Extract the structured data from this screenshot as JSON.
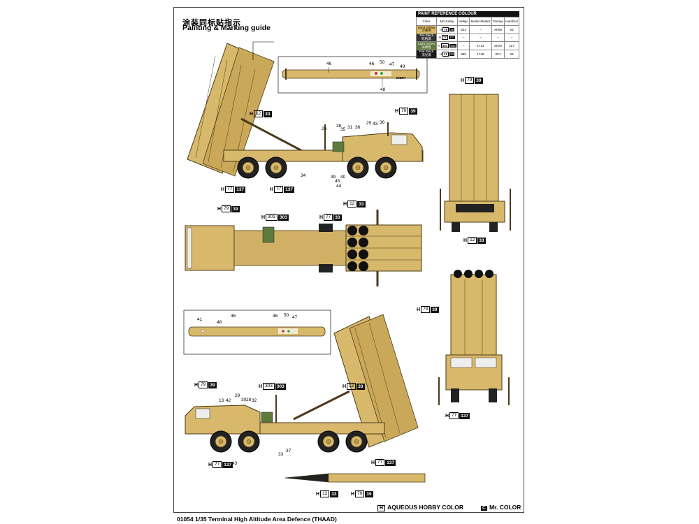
{
  "header": {
    "title_cn": "涂装同标贴指示",
    "title_en": "Painting & Marking guide"
  },
  "footer": {
    "text": "01054 1/35 Terminal High Altitude Area Defence (THAAD)"
  },
  "legend": {
    "aqueous": "AQUEOUS HOBBY COLOR",
    "mr": "Mr. COLOR",
    "aqueous_mark": "H",
    "mr_mark": "C"
  },
  "paint_table": {
    "title": "PAINT REFERENCE COLOUR",
    "columns": [
      "Color",
      "Mr.Hobby",
      "Vallejo",
      "Model Master",
      "Tamiya",
      "Humbrol"
    ],
    "rows": [
      {
        "color": "Sand Yellow",
        "h1": "79",
        "h2": "39",
        "vallejo": "824",
        "model": "–",
        "tamiya": "XF59",
        "humbrol": "93",
        "bg": "#d9b860"
      },
      {
        "color": "Tire Black",
        "h1": "77",
        "h2": "137",
        "vallejo": "–",
        "model": "–",
        "tamiya": "–",
        "humbrol": "–",
        "bg": "#333333"
      },
      {
        "color": "Light Green",
        "h1": "303",
        "h2": "303",
        "vallejo": "–",
        "model": "1713",
        "tamiya": "XF20",
        "humbrol": "117",
        "bg": "#5d7a3d"
      },
      {
        "color": "Flat Black",
        "h1": "12",
        "h2": "33",
        "vallejo": "950",
        "model": "1749",
        "tamiya": "XF1",
        "humbrol": "33",
        "bg": "#1a1a1a"
      }
    ],
    "row_cn": [
      "沙黄色",
      "轮胎黑",
      "淡绿色",
      "消光黑"
    ]
  },
  "colors": {
    "sand": "#d8b86a",
    "sand_dark": "#b89448",
    "line": "#4a3a1a",
    "tire": "#222222",
    "green": "#5f7b3c"
  },
  "tags": {
    "t_side_top_launcher": {
      "h": "H",
      "a": "12",
      "b": "33"
    },
    "t_side_top_cab": {
      "h": "H",
      "a": "79",
      "b": "39"
    },
    "t_side_top_tire1": {
      "h": "H",
      "a": "77",
      "b": "137"
    },
    "t_side_top_tire2": {
      "h": "H",
      "a": "77",
      "b": "137"
    },
    "t_top_body": {
      "h": "H",
      "a": "79",
      "b": "39"
    },
    "t_top_green": {
      "h": "H",
      "a": "303",
      "b": "303"
    },
    "t_top_tubes": {
      "h": "H",
      "a": "12",
      "b": "33"
    },
    "t_top_tires": {
      "h": "H",
      "a": "77",
      "b": "33"
    },
    "t_rear_top": {
      "h": "H",
      "a": "79",
      "b": "39"
    },
    "t_rear_bottom": {
      "h": "H",
      "a": "12",
      "b": "33"
    },
    "t_front_body": {
      "h": "H",
      "a": "79",
      "b": "39"
    },
    "t_front_tire": {
      "h": "H",
      "a": "77",
      "b": "137"
    },
    "t_side_bot_cab": {
      "h": "H",
      "a": "79",
      "b": "39"
    },
    "t_side_bot_green": {
      "h": "H",
      "a": "303",
      "b": "303"
    },
    "t_side_bot_launch": {
      "h": "H",
      "a": "12",
      "b": "33"
    },
    "t_side_bot_tire1": {
      "h": "H",
      "a": "77",
      "b": "137"
    },
    "t_side_bot_tire2": {
      "h": "H",
      "a": "77",
      "b": "137"
    },
    "t_missile_a": {
      "h": "H",
      "a": "12",
      "b": "33"
    },
    "t_missile_b": {
      "h": "H",
      "a": "79",
      "b": "39"
    }
  },
  "numbers": {
    "m1": [
      "46",
      "46",
      "50",
      "47",
      "49",
      "48"
    ],
    "s1": [
      "26",
      "38",
      "35",
      "31",
      "36",
      "25",
      "43",
      "36",
      "34",
      "39",
      "45",
      "44",
      "40"
    ],
    "m2": [
      "41",
      "48",
      "46",
      "46",
      "50",
      "47"
    ],
    "s2": [
      "13",
      "42",
      "29",
      "30",
      "28",
      "32",
      "33",
      "37",
      "43"
    ]
  },
  "missile_text": "INERT"
}
